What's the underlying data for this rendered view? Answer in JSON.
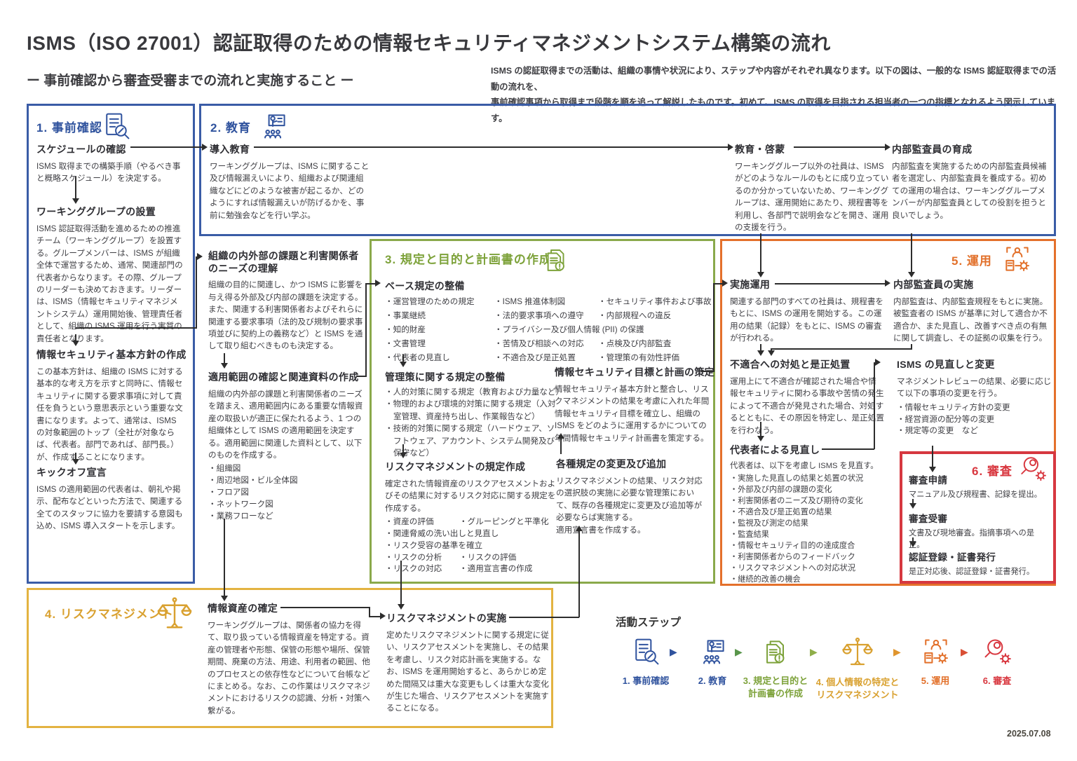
{
  "meta": {
    "date": "2025.07.08"
  },
  "colors": {
    "blue": "#3a5ca6",
    "green": "#8aa94b",
    "gold": "#e3b341",
    "orange": "#e4702b",
    "red": "#d63840"
  },
  "icons": {
    "s1": "clipboard-magnifier-icon",
    "s2": "instructor-board-icon",
    "s3": "documents-alert-icon",
    "s4": "balance-scale-icon",
    "s5": "person-doc-gear-icon",
    "s6": "magnifier-gear-icon",
    "step_separator": "triangle-right-icon"
  },
  "header": {
    "title": "ISMS（ISO 27001）認証取得のための情報セキュリティマネジメントシステム構築の流れ",
    "subtitle": "ー 事前確認から審査受審までの流れと実施すること ー",
    "intro": "ISMS の認証取得までの活動は、組織の事情や状況により、ステップや内容がそれぞれ異なります。以下の図は、一般的な ISMS 認証取得までの活動の流れを、\n事前確認事項から取得まで段階を順を追って解説したものです。初めて、ISMS の取得を目指される担当者の一つの指標となれるよう図示しています。"
  },
  "s1": {
    "label": "1. 事前確認",
    "schedule": {
      "title": "スケジュールの確認",
      "body": "ISMS 取得までの構築手順（やるべき事と概略スケジュール）を決定する。"
    },
    "working_group": {
      "title": "ワーキンググループの設置",
      "body": "ISMS 認証取得活動を進めるための推進チーム（ワーキンググループ）を設置する。グループメンバーは、ISMS が組織全体で運営するため、通常、関連部門の代表者からなります。その際、グループのリーダーも決めておきます。リーダーは、ISMS（情報セキュリティマネジメントシステム）運用開始後、管理責任者として、組織の ISMS 運用を行う実質の責任者となります。"
    },
    "policy": {
      "title": "情報セキュリティ基本方針の作成",
      "body": "この基本方針は、組織の ISMS に対する基本的な考え方を示すと同時に、情報セキュリティに関する要求事項に対して責任を負うという意思表示という重要な文書になります。よって、通常は、ISMS の対象範囲のトップ（全社が対象ならば、代表者。部門であれば、部門長。）が、作成することになります。"
    },
    "kickoff": {
      "title": "キックオフ宣言",
      "body": "ISMS の適用範囲の代表者は、朝礼や掲示、配布などといった方法で、関連する全てのスタッフに協力を要請する意図も込め、ISMS 導入スタートを示します。"
    }
  },
  "s2": {
    "label": "2. 教育",
    "intro_edu": {
      "title": "導入教育",
      "body": "ワーキンググループは、ISMS に関すること及び情報漏えいにより、組織および関連組織などにどのような被害が起こるか、どのようにすれば情報漏えいが防げるかを、事前に勉強会などを行い学ぶ。"
    },
    "keimou": {
      "title": "教育・啓蒙",
      "body": "ワーキンググループ以外の社員は、ISMS がどのようなルールのもとに成り立っているのか分かっていないため、ワーキンググループは、運用開始にあたり、規程書等を利用し、各部門で説明会などを開き、運用の支援を行う。"
    },
    "auditor": {
      "title": "内部監査員の育成",
      "body": "内部監査を実施するための内部監査員候補者を選定し、内部監査員を養成する。初めての運用の場合は、ワーキンググループメンバーが内部監査員としての役割を担うと良いでしょう。"
    }
  },
  "mid": {
    "context": {
      "title": "組織の内外部の課題と利害関係者のニーズの理解",
      "body": "組織の目的に関連し、かつ ISMS に影響を与え得る外部及び内部の課題を決定する。また、関連する利害関係者およびそれらに関連する要求事項（法的及び規制の要求事項並びに契約上の義務など）と ISMS を通して取り組むべきものも決定する。"
    },
    "scope": {
      "title": "適用範囲の確認と関連資料の作成",
      "body": "組織の内外部の課題と利害関係者のニーズを踏まえ、適用範囲内にある重要な情報資産の取扱いが適正に保たれるよう、1 つの組織体として ISMS の適用範囲を決定する。適用範囲に関連した資料として、以下のものを作成する。",
      "bullets": [
        "・組織図",
        "・周辺地図・ビル全体図",
        "・フロア図",
        "・ネットワーク図",
        "・業務フローなど"
      ]
    }
  },
  "s3": {
    "label": "3. 規定と目的と計画書の作成",
    "base": {
      "title": "ベース規定の整備",
      "col1": [
        "・運営管理のための規定",
        "・事業継続",
        "・知的財産",
        "・文書管理",
        "・代表者の見直し"
      ],
      "col2": [
        "・ISMS 推進体制図",
        "・法的要求事項への遵守",
        "・プライバシー及び個人情報 (PII) の保護",
        "・苦情及び相談への対応",
        "・不適合及び是正処置"
      ],
      "col3": [
        "・セキュリティ事件および事故",
        "・内部規程への違反",
        "",
        "・点検及び内部監査",
        "・管理策の有効性評価"
      ]
    },
    "controls": {
      "title": "管理策に関する規定の整備",
      "bullets": [
        "・人的対策に関する規定（教育および力量など）",
        "・物理的および環境的対策に関する規定（入対室管理、資産持ち出し、作業報告など）",
        "・技術的対策に関する規定（ハードウェア、ソフトウェア、アカウント、システム開発及び保守など）"
      ]
    },
    "risk_rules": {
      "title": "リスクマネジメントの規定作成",
      "body": "確定された情報資産のリスクアセスメントおよびその結果に対するリスク対応に関する規定を作成する。",
      "rows": [
        [
          "・資産の評価",
          "・グルーピングと平準化"
        ],
        [
          "・関連脅威の洗い出しと見直し",
          ""
        ],
        [
          "・リスク受容の基準を確立",
          ""
        ],
        [
          "・リスクの分析",
          "・リスクの評価"
        ],
        [
          "・リスクの対応",
          "・適用宣言書の作成"
        ]
      ]
    },
    "objectives": {
      "title": "情報セキュリティ目標と計画の策定",
      "body": "情報セキュリティ基本方針と整合し、リスクマネジメントの結果を考慮に入れた年間情報セキュリティ目標を確立し、組織の ISMS をどのように運用するかについての年間情報セキュリティ計画書を策定する。"
    },
    "changes": {
      "title": "各種規定の変更及び追加",
      "body": "リスクマネジメントの結果、リスク対応の選択肢の実施に必要な管理策において、既存の各種規定に変更及び追加等が必要ならば実施する。\n適用宣言書を作成する。"
    }
  },
  "s4": {
    "label": "4. リスクマネジメント",
    "assets": {
      "title": "情報資産の確定",
      "body": "ワーキンググループは、関係者の協力を得て、取り扱っている情報資産を特定する。資産の管理者や形態、保管の形態や場所、保管期間、廃棄の方法、用途、利用者の範囲、他のプロセスとの依存性などについて台帳などにまとめる。なお、この作業はリスクマネジメントにおけるリスクの認識、分析・対策へ繋がる。"
    },
    "risk_exec": {
      "title": "リスクマネジメントの実施",
      "body": "定めたリスクマネジメントに関する規定に従い、リスクアセスメントを実施し、その結果を考慮し、リスク対応計画を実施する。なお、ISMS を運用開始すると、あらかじめ定めた間隔又は重大な変更もしくは重大な変化が生じた場合、リスクアセスメントを実施することになる。"
    }
  },
  "s5": {
    "label": "5. 運用",
    "operation": {
      "title": "実施運用",
      "body": "関連する部門のすべての社員は、規程書をもとに、ISMS の運用を開始する。この運用の結果（記録）をもとに、ISMS の審査が行われる。"
    },
    "internal_audit": {
      "title": "内部監査員の実施",
      "body": "内部監査は、内部監査規程をもとに実施。被監査者の ISMS が基準に対して適合か不適合か、また見直し、改善すべき点の有無に関して調査し、その証拠の収集を行う。"
    },
    "nonconformity": {
      "title": "不適合への対処と是正処置",
      "body": "運用上にて不適合が確認された場合や情報セキュリティに関わる事故や苦情の発生によって不適合が発見された場合、対処するとともに、その原因を特定し、是正処置を行わなう。"
    },
    "review": {
      "title": "代表者による見直し",
      "body": "代表者は、以下を考慮し ISMS を見直す。",
      "bullets": [
        "・実施した見直しの結果と処置の状況",
        "・外部及び内部の課題の変化",
        "・利害関係者のニーズ及び期待の変化",
        "・不適合及び是正処置の結果",
        "・監視及び測定の結果",
        "・監査結果",
        "・情報セキュリティ目的の達成度合",
        "・利害関係者からのフィードバック",
        "・リスクマネジメントへの対応状況",
        "・継続的改善の機会"
      ]
    },
    "isms_change": {
      "title": "ISMS の見直しと変更",
      "body": "マネジメントレビューの結果、必要に応じて以下の事項の変更を行う。",
      "bullets": [
        "・情報セキュリティ方針の変更",
        "・経営資源の配分等の変更",
        "・規定等の変更　など"
      ]
    }
  },
  "s6": {
    "label": "6. 審査",
    "apply": {
      "title": "審査申請",
      "body": "マニュアル及び規程書、記録を提出。"
    },
    "exam": {
      "title": "審査受審",
      "body": "文書及び現地審査。指摘事項への是正。"
    },
    "register": {
      "title": "認証登録・証書発行",
      "body": "是正対応後、認証登録・証書発行。"
    }
  },
  "steps": {
    "title": "活動ステップ",
    "items": [
      {
        "label": "1. 事前確認"
      },
      {
        "label": "2. 教育"
      },
      {
        "label": "3. 規定と目的と\n計画書の作成"
      },
      {
        "label": "4. 個人情報の特定と\nリスクマネジメント"
      },
      {
        "label": "5. 運用"
      },
      {
        "label": "6. 審査"
      }
    ]
  }
}
